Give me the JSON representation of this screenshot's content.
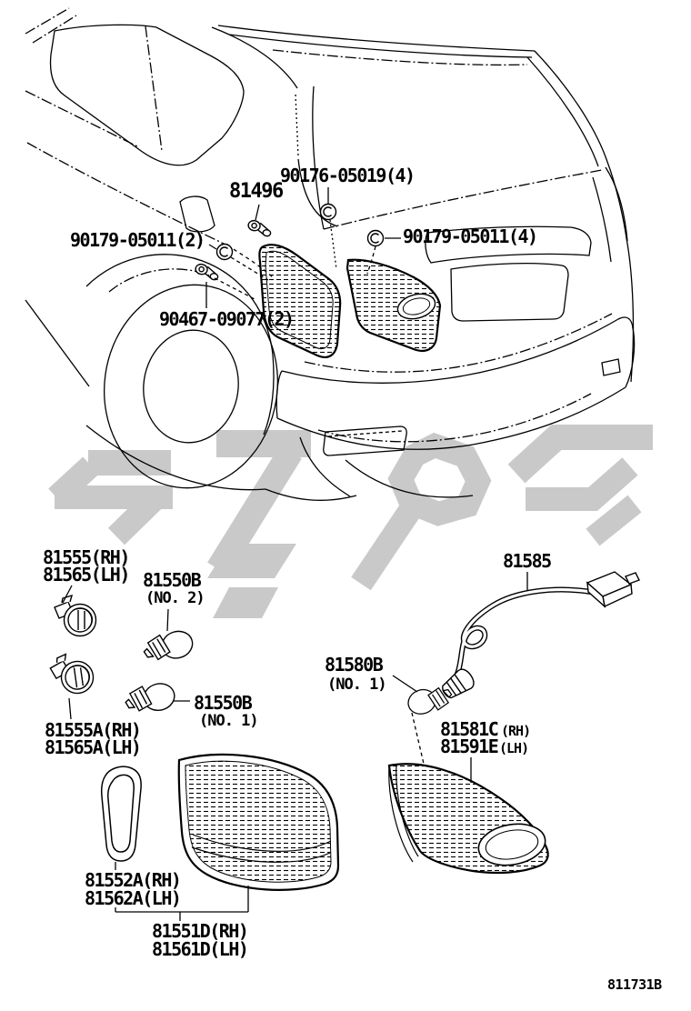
{
  "page": {
    "background": "#ffffff",
    "line_color": "#000000",
    "watermark_color": "#c9c9c9"
  },
  "footer": {
    "diagram_code": "811731B"
  },
  "callouts": {
    "screw_90176": "90176-05019(4)",
    "cover_81496": "81496",
    "screw_90179_2": "90179-05011(2)",
    "screw_90179_4": "90179-05011(4)",
    "bolt_90467": "90467-09077(2)",
    "socket_rh": "81555(RH)",
    "socket_lh": "81565(LH)",
    "bulb_no2": "81550B",
    "bulb_no2_sub": "(NO. 2)",
    "bulb_no1": "81550B",
    "bulb_no1_sub": "(NO. 1)",
    "socket2_rh": "81555A(RH)",
    "socket2_lh": "81565A(LH)",
    "harness": "81585",
    "bulb_back": "81580B",
    "bulb_back_sub": "(NO. 1)",
    "lens_inner_rh": "81581C",
    "lens_inner_rh_side": "(RH)",
    "lens_inner_lh": "81591E",
    "lens_inner_lh_side": "(LH)",
    "gasket_rh": "81552A(RH)",
    "gasket_lh": "81562A(LH)",
    "lens_outer_rh": "81551D(RH)",
    "lens_outer_lh": "81561D(LH)"
  }
}
